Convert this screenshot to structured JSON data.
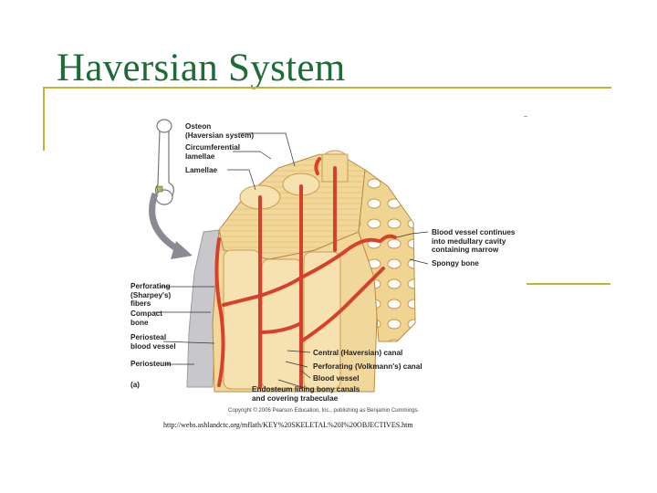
{
  "slide": {
    "title": "Haversian System"
  },
  "figure": {
    "labels": {
      "osteon": "Osteon\n(Haversian system)",
      "circumferential": "Circumferential\nlamellae",
      "lamellae": "Lamellae",
      "perforating_fibers": "Perforating\n(Sharpey's)\nfibers",
      "compact_bone": "Compact\nbone",
      "periosteal_vessel": "Periosteal\nblood vessel",
      "periosteum": "Periosteum",
      "panel": "(a)",
      "vessel_marrow": "Blood vessel continues\ninto medullary cavity\ncontaining marrow",
      "spongy_bone": "Spongy bone",
      "central_canal": "Central (Haversian) canal",
      "volkmann": "Perforating (Volkmann's) canal",
      "blood_vessel": "Blood vessel",
      "endosteum": "Endosteum lining bony canals\nand covering trabeculae"
    },
    "copyright": "Copyright © 2006 Pearson Education, Inc., publishing as Benjamin Cummings."
  },
  "source_url": "http://webs.ashlandctc.org/mflath/KEY%20SKELETAL%20I%20OBJECTIVES.htm",
  "colors": {
    "title": "#1f6b35",
    "rule": "#c9b035",
    "bone": "#f2d79a",
    "vessel": "#d8402c",
    "periosteum": "#c8c8cc"
  }
}
